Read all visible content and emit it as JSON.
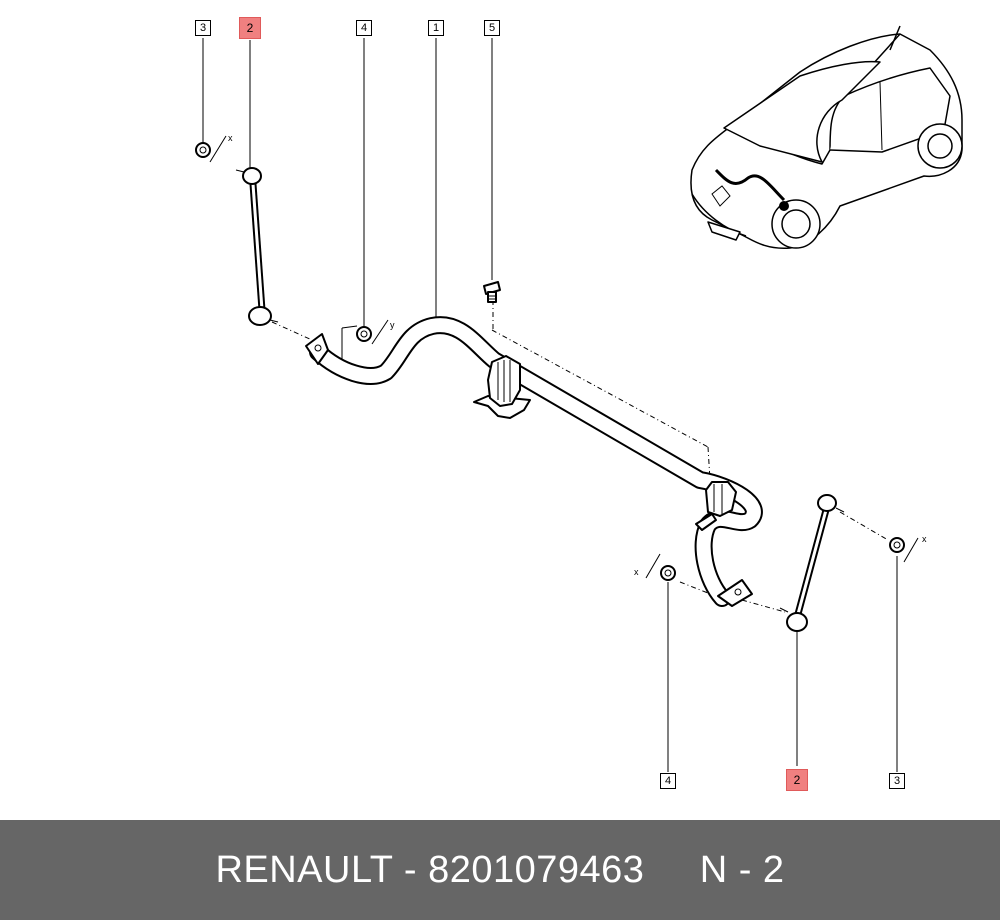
{
  "callouts_top": [
    {
      "id": "3",
      "highlighted": false
    },
    {
      "id": "2",
      "highlighted": true
    },
    {
      "id": "4",
      "highlighted": false
    },
    {
      "id": "1",
      "highlighted": false
    },
    {
      "id": "5",
      "highlighted": false
    }
  ],
  "callouts_bottom": [
    {
      "id": "4",
      "highlighted": false
    },
    {
      "id": "2",
      "highlighted": true
    },
    {
      "id": "3",
      "highlighted": false
    }
  ],
  "axis_marks": {
    "x": "x",
    "y": "y"
  },
  "footer": {
    "text": "RENAULT - 8201079463     N - 2"
  },
  "colors": {
    "highlight": "#f08080",
    "footer_bg": "#666666",
    "footer_text": "#ffffff"
  }
}
